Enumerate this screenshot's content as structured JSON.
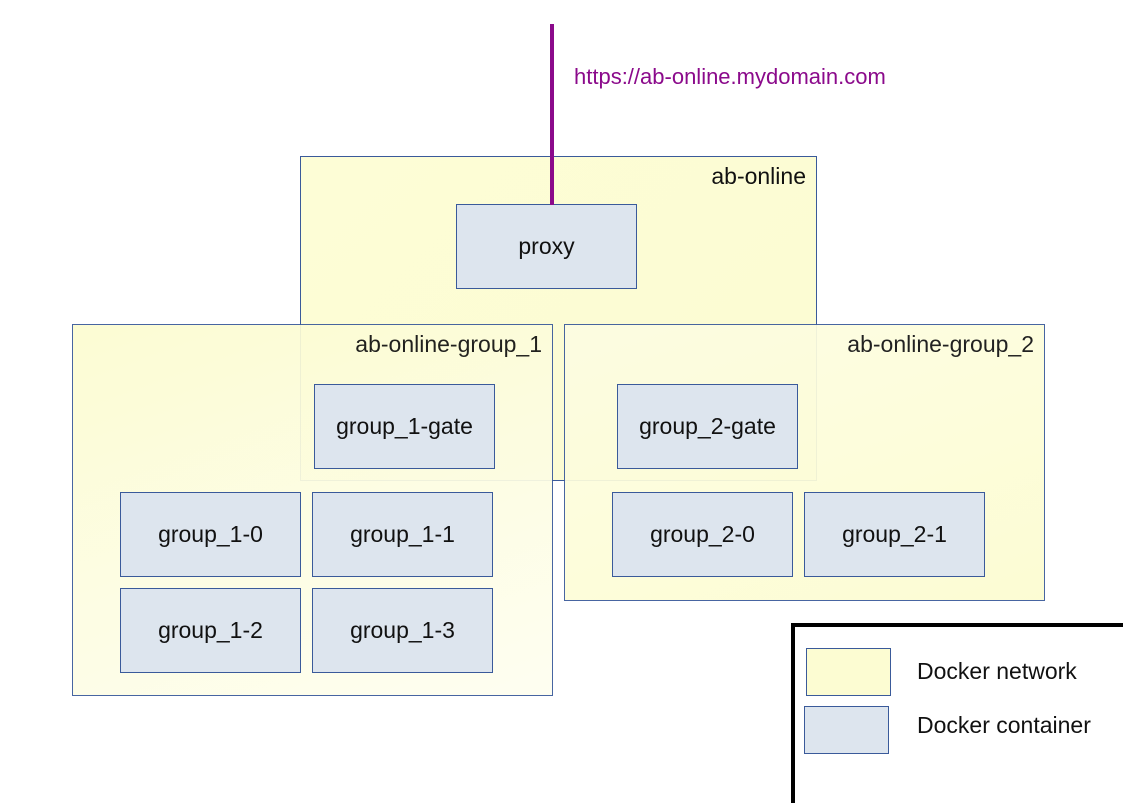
{
  "url": "https://ab-online.mydomain.com",
  "networks": {
    "ab_online": "ab-online",
    "group_1": "ab-online-group_1",
    "group_2": "ab-online-group_2"
  },
  "containers": {
    "proxy": "proxy",
    "group_1_gate": "group_1-gate",
    "group_2_gate": "group_2-gate",
    "group_1_0": "group_1-0",
    "group_1_1": "group_1-1",
    "group_1_2": "group_1-2",
    "group_1_3": "group_1-3",
    "group_2_0": "group_2-0",
    "group_2_1": "group_2-1"
  },
  "legend": {
    "network_label": "Docker network",
    "container_label": "Docker container"
  },
  "colors": {
    "network_fill": "#fcfcd2",
    "container_fill": "#dde5ee",
    "border": "#3a5a9a",
    "url_line": "#8b0a8b"
  }
}
